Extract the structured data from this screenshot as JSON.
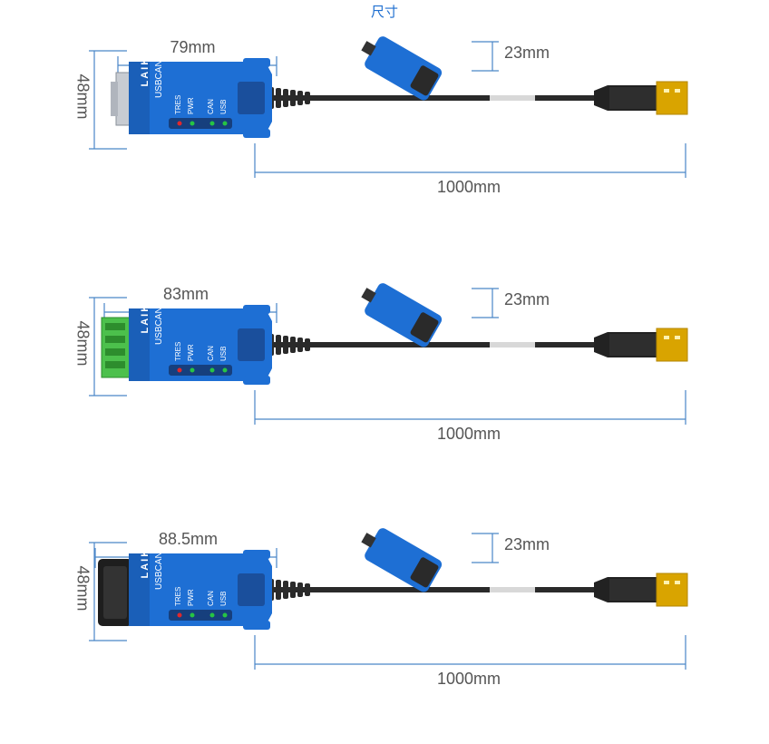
{
  "title": "尺寸",
  "brand": "LAIKE",
  "colors": {
    "dimension_line": "#4a86c8",
    "housing_blue": "#1e6fd4",
    "housing_dark": "#1a4f9c",
    "cable": "#2a2a2a",
    "usb_gold": "#d9a400",
    "terminal_green": "#4cc04c",
    "led_red": "#e0282c",
    "led_green": "#27c444"
  },
  "variants": [
    {
      "connector": "DB9",
      "length_label": "79mm",
      "height_label": "48mm",
      "depth_label": "23mm",
      "cable_label": "1000mm",
      "product_label": "USBCAN",
      "led_labels": [
        "TRES",
        "PWR",
        "CAN",
        "USB"
      ]
    },
    {
      "connector": "terminal-block",
      "length_label": "83mm",
      "height_label": "48mm",
      "depth_label": "23mm",
      "cable_label": "1000mm",
      "product_label": "USBCAN",
      "led_labels": [
        "TRES",
        "PWR",
        "CAN",
        "USB"
      ]
    },
    {
      "connector": "OBD",
      "length_label": "88.5mm",
      "height_label": "48mm",
      "depth_label": "23mm",
      "cable_label": "1000mm",
      "product_label": "USBCAN",
      "led_labels": [
        "TRES",
        "PWR",
        "CAN",
        "USB"
      ]
    }
  ]
}
